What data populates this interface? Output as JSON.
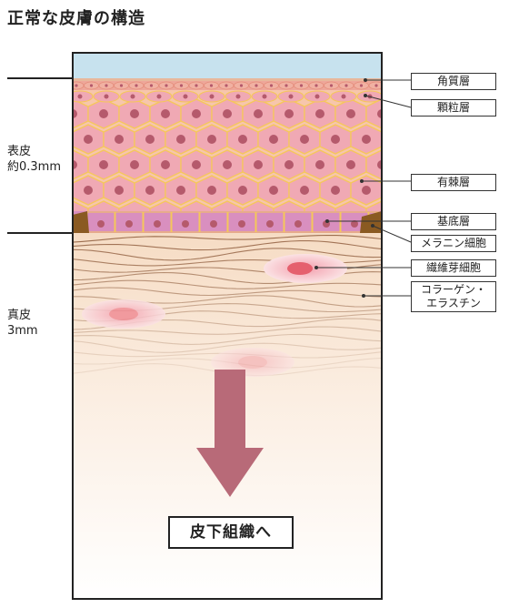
{
  "title": "正常な皮膚の構造",
  "left_labels": {
    "epidermis_name": "表皮",
    "epidermis_thickness": "約0.3mm",
    "dermis_name": "真皮",
    "dermis_thickness": "3mm"
  },
  "callouts": {
    "stratum_corneum": "角質層",
    "stratum_granulosum": "顆粒層",
    "stratum_spinosum": "有棘層",
    "stratum_basale": "基底層",
    "melanocyte": "メラニン細胞",
    "fibroblast": "繊維芽細胞",
    "collagen_line1": "コラーゲン・",
    "collagen_line2": "エラスチン"
  },
  "bottom_box": "皮下組織へ",
  "colors": {
    "stratum_corneum": "#c7e2ee",
    "cell_fill": "#f0a9b4",
    "cell_nucleus": "#b55a6c",
    "cell_border": "#f5c75a",
    "basal_cell": "#d98fbf",
    "melanocyte": "#8a5a22",
    "dermis_top": "#f6dcc4",
    "fiber": "#8c5a3a",
    "arrow": "#b86a78",
    "fibroblast_core": "#e5606e"
  }
}
